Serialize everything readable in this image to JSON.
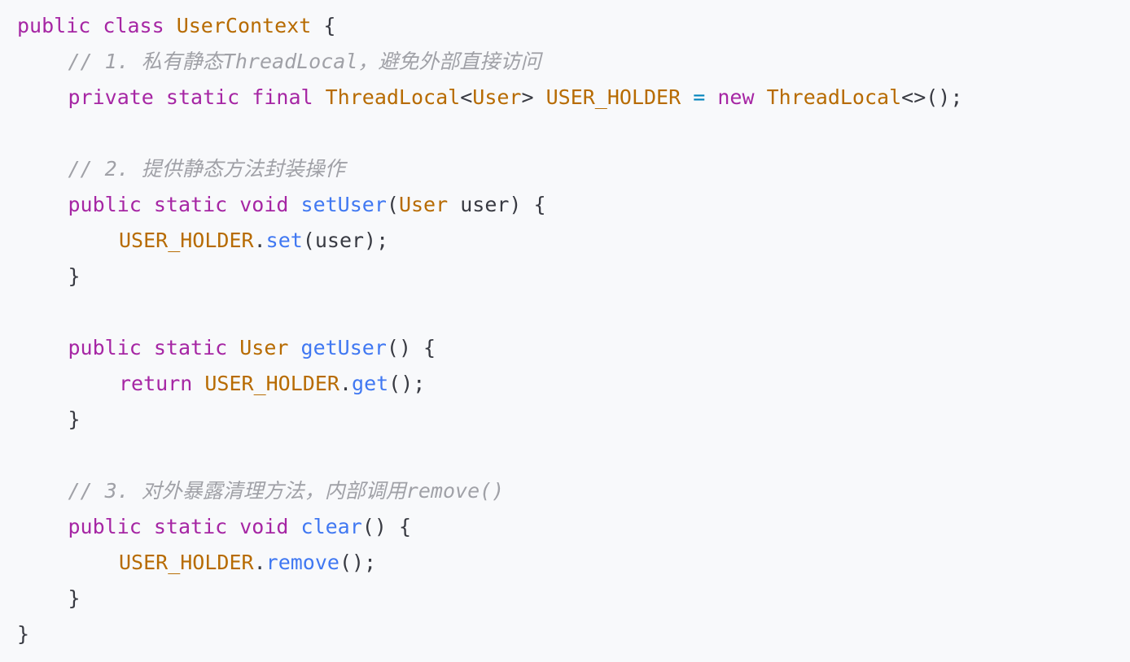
{
  "colors": {
    "background": "#f8f9fb",
    "keyword": "#a626a4",
    "type": "#b76b01",
    "method": "#4078f2",
    "comment": "#a0a1a7",
    "plain": "#383a42",
    "operator": "#0184bc"
  },
  "code": {
    "language": "java",
    "lines": [
      {
        "tokens": [
          {
            "t": "public",
            "k": "keyword"
          },
          {
            "t": " "
          },
          {
            "t": "class",
            "k": "keyword"
          },
          {
            "t": " "
          },
          {
            "t": "UserContext",
            "k": "type"
          },
          {
            "t": " {"
          }
        ]
      },
      {
        "indent": 1,
        "tokens": [
          {
            "t": "// 1. 私有静态ThreadLocal，避免外部直接访问",
            "k": "comment"
          }
        ]
      },
      {
        "indent": 1,
        "tokens": [
          {
            "t": "private",
            "k": "keyword"
          },
          {
            "t": " "
          },
          {
            "t": "static",
            "k": "keyword"
          },
          {
            "t": " "
          },
          {
            "t": "final",
            "k": "keyword"
          },
          {
            "t": " "
          },
          {
            "t": "ThreadLocal",
            "k": "type"
          },
          {
            "t": "<"
          },
          {
            "t": "User",
            "k": "type"
          },
          {
            "t": "> "
          },
          {
            "t": "USER_HOLDER",
            "k": "type"
          },
          {
            "t": " "
          },
          {
            "t": "=",
            "k": "operator"
          },
          {
            "t": " "
          },
          {
            "t": "new",
            "k": "keyword"
          },
          {
            "t": " "
          },
          {
            "t": "ThreadLocal",
            "k": "type"
          },
          {
            "t": "<>();"
          }
        ]
      },
      {
        "blank": true,
        "tokens": []
      },
      {
        "indent": 1,
        "tokens": [
          {
            "t": "// 2. 提供静态方法封装操作",
            "k": "comment"
          }
        ]
      },
      {
        "indent": 1,
        "tokens": [
          {
            "t": "public",
            "k": "keyword"
          },
          {
            "t": " "
          },
          {
            "t": "static",
            "k": "keyword"
          },
          {
            "t": " "
          },
          {
            "t": "void",
            "k": "keyword"
          },
          {
            "t": " "
          },
          {
            "t": "setUser",
            "k": "method"
          },
          {
            "t": "("
          },
          {
            "t": "User",
            "k": "type"
          },
          {
            "t": " user) {"
          }
        ]
      },
      {
        "indent": 2,
        "tokens": [
          {
            "t": "USER_HOLDER",
            "k": "type"
          },
          {
            "t": "."
          },
          {
            "t": "set",
            "k": "method"
          },
          {
            "t": "(user);"
          }
        ]
      },
      {
        "indent": 1,
        "tokens": [
          {
            "t": "}"
          }
        ]
      },
      {
        "blank": true,
        "tokens": []
      },
      {
        "indent": 1,
        "tokens": [
          {
            "t": "public",
            "k": "keyword"
          },
          {
            "t": " "
          },
          {
            "t": "static",
            "k": "keyword"
          },
          {
            "t": " "
          },
          {
            "t": "User",
            "k": "type"
          },
          {
            "t": " "
          },
          {
            "t": "getUser",
            "k": "method"
          },
          {
            "t": "() {"
          }
        ]
      },
      {
        "indent": 2,
        "tokens": [
          {
            "t": "return",
            "k": "keyword"
          },
          {
            "t": " "
          },
          {
            "t": "USER_HOLDER",
            "k": "type"
          },
          {
            "t": "."
          },
          {
            "t": "get",
            "k": "method"
          },
          {
            "t": "();"
          }
        ]
      },
      {
        "indent": 1,
        "tokens": [
          {
            "t": "}"
          }
        ]
      },
      {
        "blank": true,
        "tokens": []
      },
      {
        "indent": 1,
        "tokens": [
          {
            "t": "// 3. 对外暴露清理方法，内部调用remove()",
            "k": "comment"
          }
        ]
      },
      {
        "indent": 1,
        "tokens": [
          {
            "t": "public",
            "k": "keyword"
          },
          {
            "t": " "
          },
          {
            "t": "static",
            "k": "keyword"
          },
          {
            "t": " "
          },
          {
            "t": "void",
            "k": "keyword"
          },
          {
            "t": " "
          },
          {
            "t": "clear",
            "k": "method"
          },
          {
            "t": "() {"
          }
        ]
      },
      {
        "indent": 2,
        "tokens": [
          {
            "t": "USER_HOLDER",
            "k": "type"
          },
          {
            "t": "."
          },
          {
            "t": "remove",
            "k": "method"
          },
          {
            "t": "();"
          }
        ]
      },
      {
        "indent": 1,
        "tokens": [
          {
            "t": "}"
          }
        ]
      },
      {
        "tokens": [
          {
            "t": "}"
          }
        ]
      }
    ]
  }
}
